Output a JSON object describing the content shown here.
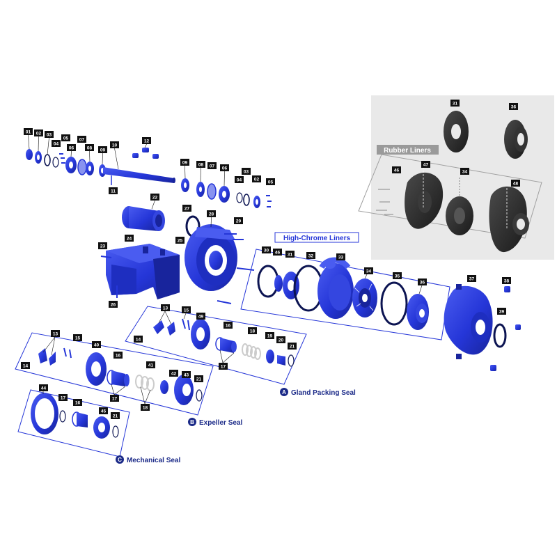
{
  "colors": {
    "part_blue": "#2536d8",
    "part_blue_dark": "#18249c",
    "part_blue_light": "#4a5cf0",
    "oring_navy": "#0c1452",
    "rubber_black": "#262626",
    "rubber_panel": "#e9e9e9",
    "caption_navy": "#1b2a88",
    "callout_bg": "#111111"
  },
  "panels": {
    "rubber_liners": "Rubber Liners",
    "high_chrome_liners": "High-Chrome Liners"
  },
  "captions": {
    "gland": {
      "letter": "A",
      "text": "Gland Packing Seal"
    },
    "expeller": {
      "letter": "B",
      "text": "Expeller Seal"
    },
    "mechanical": {
      "letter": "C",
      "text": "Mechanical Seal"
    }
  },
  "callouts": {
    "c01": "01",
    "c02": "02",
    "c03": "03",
    "c04": "04",
    "c05": "05",
    "c06": "06",
    "c07": "07",
    "c08": "08",
    "c09": "09",
    "c10": "10",
    "c11": "11",
    "c12": "12",
    "d09": "09",
    "d08": "08",
    "d07": "07",
    "d06": "06",
    "d03": "03",
    "d04": "04",
    "d02": "02",
    "d05": "05",
    "c22": "22",
    "c23": "23",
    "c24": "24",
    "c25": "25",
    "c26": "26",
    "c27": "27",
    "c28": "28",
    "c29": "29",
    "c30": "30",
    "c46b": "46",
    "c31b": "31",
    "c32": "32",
    "c33": "33",
    "c34b": "34",
    "c35": "35",
    "c36b": "36",
    "c37": "37",
    "c38": "38",
    "c39": "39",
    "c31r": "31",
    "c36r": "36",
    "c46r": "46",
    "c47": "47",
    "c34r": "34",
    "c48": "48",
    "a13": "13",
    "a15": "15",
    "a14": "14",
    "a49": "49",
    "a16": "16",
    "a18": "18",
    "a19": "19",
    "a20": "20",
    "a21": "21",
    "a17": "17",
    "b13": "13",
    "b15": "15",
    "b14": "14",
    "b40": "40",
    "b16": "16",
    "b41": "41",
    "b42": "42",
    "b43": "43",
    "b21": "21",
    "b17": "17",
    "b18": "18",
    "m44": "44",
    "m17": "17",
    "m16": "16",
    "m45": "45",
    "m21": "21"
  }
}
